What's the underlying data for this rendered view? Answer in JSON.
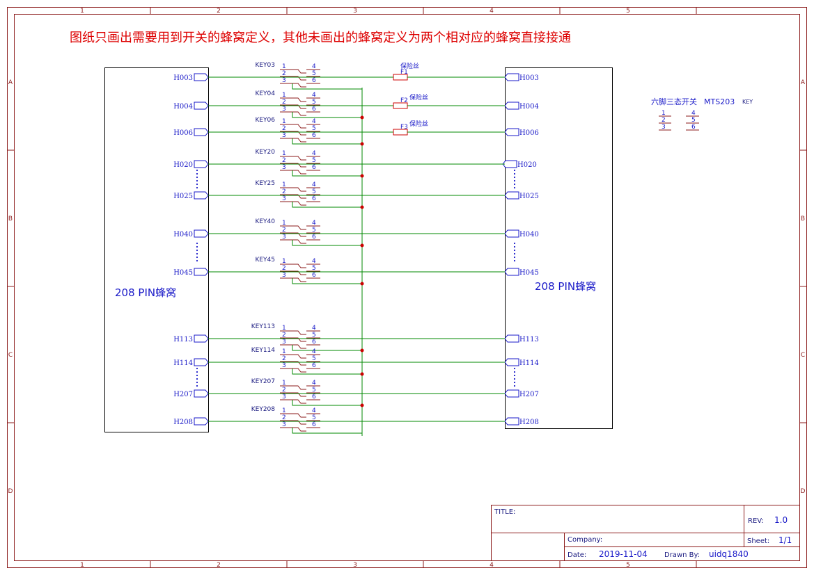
{
  "frame": {
    "columns": [
      "1",
      "2",
      "3",
      "4",
      "5"
    ],
    "rows": [
      "A",
      "B",
      "C",
      "D"
    ]
  },
  "header_note": "图纸只画出需要用到开关的蜂窝定义，其他未画出的蜂窝定义为两个相对应的蜂窝直接接通",
  "left_block_label": "208 PIN蜂窝",
  "right_block_label": "208 PIN蜂窝",
  "switches": [
    {
      "key": "KEY03",
      "left_port": "H003",
      "right_port": "H003",
      "fuse": "F1",
      "fuse_note": "保险丝"
    },
    {
      "key": "KEY04",
      "left_port": "H004",
      "right_port": "H004",
      "fuse": "F2",
      "fuse_note": "保险丝"
    },
    {
      "key": "KEY06",
      "left_port": "H006",
      "right_port": "H006",
      "fuse": "F3",
      "fuse_note": "保险丝"
    },
    {
      "key": "KEY20",
      "left_port": "H020",
      "right_port": "H020",
      "fuse": "",
      "fuse_note": ""
    },
    {
      "key": "KEY25",
      "left_port": "H025",
      "right_port": "H025",
      "fuse": "",
      "fuse_note": ""
    },
    {
      "key": "KEY40",
      "left_port": "H040",
      "right_port": "H040",
      "fuse": "",
      "fuse_note": ""
    },
    {
      "key": "KEY45",
      "left_port": "H045",
      "right_port": "H045",
      "fuse": "",
      "fuse_note": ""
    },
    {
      "key": "KEY113",
      "left_port": "H113",
      "right_port": "H113",
      "fuse": "",
      "fuse_note": ""
    },
    {
      "key": "KEY114",
      "left_port": "H114",
      "right_port": "H114",
      "fuse": "",
      "fuse_note": ""
    },
    {
      "key": "KEY207",
      "left_port": "H207",
      "right_port": "H207",
      "fuse": "",
      "fuse_note": ""
    },
    {
      "key": "KEY208",
      "left_port": "H208",
      "right_port": "H208",
      "fuse": "",
      "fuse_note": ""
    }
  ],
  "pin_numbers": {
    "left": [
      "1",
      "2",
      "3"
    ],
    "right": [
      "4",
      "5",
      "6"
    ]
  },
  "legend": {
    "description": "六脚三态开关",
    "part": "MTS203",
    "designator": "KEY"
  },
  "title_block": {
    "title_label": "TITLE:",
    "title_value": "",
    "rev_label": "REV:",
    "rev_value": "1.0",
    "company_label": "Company:",
    "company_value": "",
    "sheet_label": "Sheet:",
    "sheet_value": "1/1",
    "date_label": "Date:",
    "date_value": "2019-11-04",
    "drawn_label": "Drawn By:",
    "drawn_value": "uidq1840"
  },
  "colors": {
    "frame": "#8b1a1a",
    "wire": "#008800",
    "component": "#8b1a1a",
    "text": "#1a1ac8",
    "junction": "#cc0000",
    "note": "#dd0000"
  }
}
